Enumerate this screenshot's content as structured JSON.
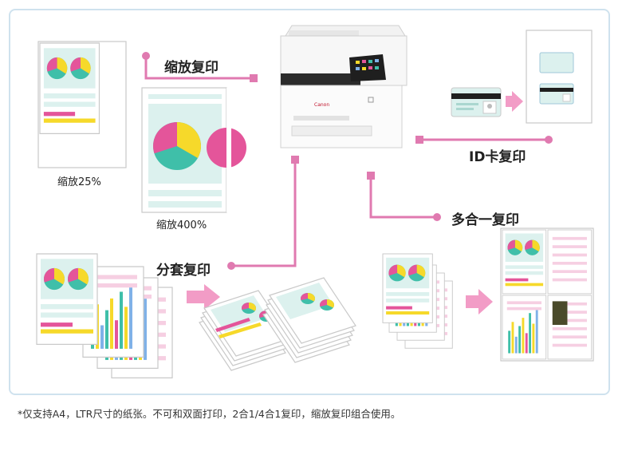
{
  "labels": {
    "zoom_copy": "缩放复印",
    "zoom_25": "缩放25%",
    "zoom_400": "缩放400%",
    "id_copy": "ID卡复印",
    "nup_copy": "多合一复印",
    "sort_copy": "分套复印",
    "brand": "Canon"
  },
  "footnote": "*仅支持A4，LTR尺寸的纸张。不可和双面打印，2合1/4合1复印，缩放复印组合使用。",
  "colors": {
    "connector": "#e07ab0",
    "border": "#cfe2ee",
    "pie_pink": "#e4559a",
    "pie_yellow": "#f6d92a",
    "pie_teal": "#3fbfa9",
    "mint": "#dcf1ee",
    "arrow": "#f29cc6"
  }
}
